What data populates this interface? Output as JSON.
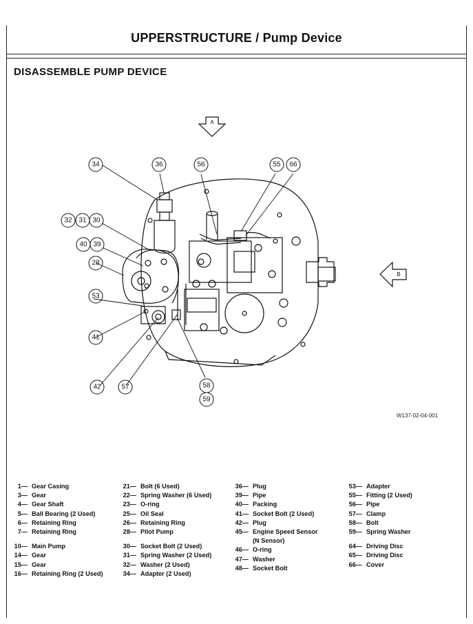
{
  "page": {
    "title": "UPPERSTRUCTURE / Pump Device",
    "section_title": "DISASSEMBLE PUMP DEVICE",
    "figure_code": "W137-02-04-001"
  },
  "diagram": {
    "view_arrows": [
      "A",
      "B"
    ],
    "callouts": [
      "34",
      "36",
      "56",
      "55",
      "66",
      "32",
      "31",
      "30",
      "40",
      "39",
      "28",
      "53",
      "41",
      "42",
      "57",
      "58",
      "59"
    ]
  },
  "parts_list": [
    [
      {
        "num": "1—",
        "name": "Gear Casing"
      },
      {
        "num": "3—",
        "name": "Gear"
      },
      {
        "num": "4—",
        "name": "Gear Shaft"
      },
      {
        "num": "5—",
        "name": "Ball Bearing (2 Used)"
      },
      {
        "num": "6—",
        "name": "Retaining Ring"
      },
      {
        "num": "7—",
        "name": "Retaining Ring"
      },
      {
        "gap": true
      },
      {
        "num": "10—",
        "name": "Main Pump"
      },
      {
        "num": "14—",
        "name": "Gear"
      },
      {
        "num": "15—",
        "name": "Gear"
      },
      {
        "num": "16—",
        "name": "Retaining Ring (2 Used)"
      }
    ],
    [
      {
        "num": "21—",
        "name": "Bolt (6 Used)"
      },
      {
        "num": "22—",
        "name": "Spring Washer (6 Used)"
      },
      {
        "num": "23—",
        "name": "O-ring"
      },
      {
        "num": "25—",
        "name": "Oil Seal"
      },
      {
        "num": "26—",
        "name": "Retaining Ring"
      },
      {
        "num": "28—",
        "name": "Pilot Pump"
      },
      {
        "gap": true
      },
      {
        "num": "30—",
        "name": "Socket Bolt (2 Used)"
      },
      {
        "num": "31—",
        "name": "Spring Washer (2 Used)"
      },
      {
        "num": "32—",
        "name": "Washer (2 Used)"
      },
      {
        "num": "34—",
        "name": "Adapter (2 Used)"
      }
    ],
    [
      {
        "num": "36—",
        "name": "Plug"
      },
      {
        "num": "39—",
        "name": "Pipe"
      },
      {
        "num": "40—",
        "name": "Packing"
      },
      {
        "num": "41—",
        "name": "Socket Bolt (2 Used)"
      },
      {
        "num": "42—",
        "name": "Plug"
      },
      {
        "num": "45—",
        "name": "Engine Speed Sensor"
      },
      {
        "num": "",
        "name": "(N Sensor)"
      },
      {
        "num": "46—",
        "name": "O-ring"
      },
      {
        "num": "47—",
        "name": "Washer"
      },
      {
        "num": "48—",
        "name": "Socket Bolt"
      }
    ],
    [
      {
        "num": "53—",
        "name": "Adapter"
      },
      {
        "num": "55—",
        "name": "Fitting (2 Used)"
      },
      {
        "num": "56—",
        "name": "Pipe"
      },
      {
        "num": "57—",
        "name": "Clamp"
      },
      {
        "num": "58—",
        "name": "Bolt"
      },
      {
        "num": "59—",
        "name": "Spring Washer"
      },
      {
        "gap": true
      },
      {
        "num": "64—",
        "name": "Driving Disc"
      },
      {
        "num": "65—",
        "name": "Driving Disc"
      },
      {
        "num": "66—",
        "name": "Cover"
      }
    ]
  ]
}
